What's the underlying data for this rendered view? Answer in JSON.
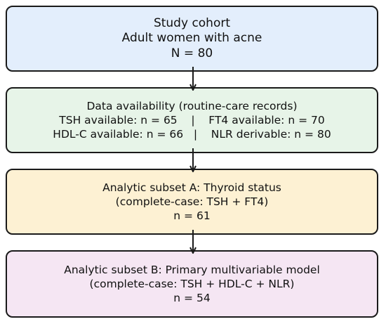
{
  "colors": {
    "cohort_fill": "#e3eefc",
    "availability_fill": "#e7f4e8",
    "subset_a_fill": "#fdf1d3",
    "subset_b_fill": "#f5e6f3",
    "border": "#1a1a1a"
  },
  "boxes": {
    "cohort": {
      "title": "Study cohort",
      "subtitle": "Adult women with acne",
      "count": "N = 80"
    },
    "availability": {
      "title": "Data availability (routine-care records)",
      "row1": "TSH available: n = 65    |    FT4 available: n = 70",
      "row2": "HDL-C available: n = 66   |    NLR derivable: n = 80"
    },
    "subset_a": {
      "title": "Analytic subset A: Thyroid status",
      "criteria": "(complete-case: TSH + FT4)",
      "count": "n = 61"
    },
    "subset_b": {
      "title": "Analytic subset B: Primary multivariable model",
      "criteria": "(complete-case: TSH + HDL-C + NLR)",
      "count": "n = 54"
    }
  }
}
